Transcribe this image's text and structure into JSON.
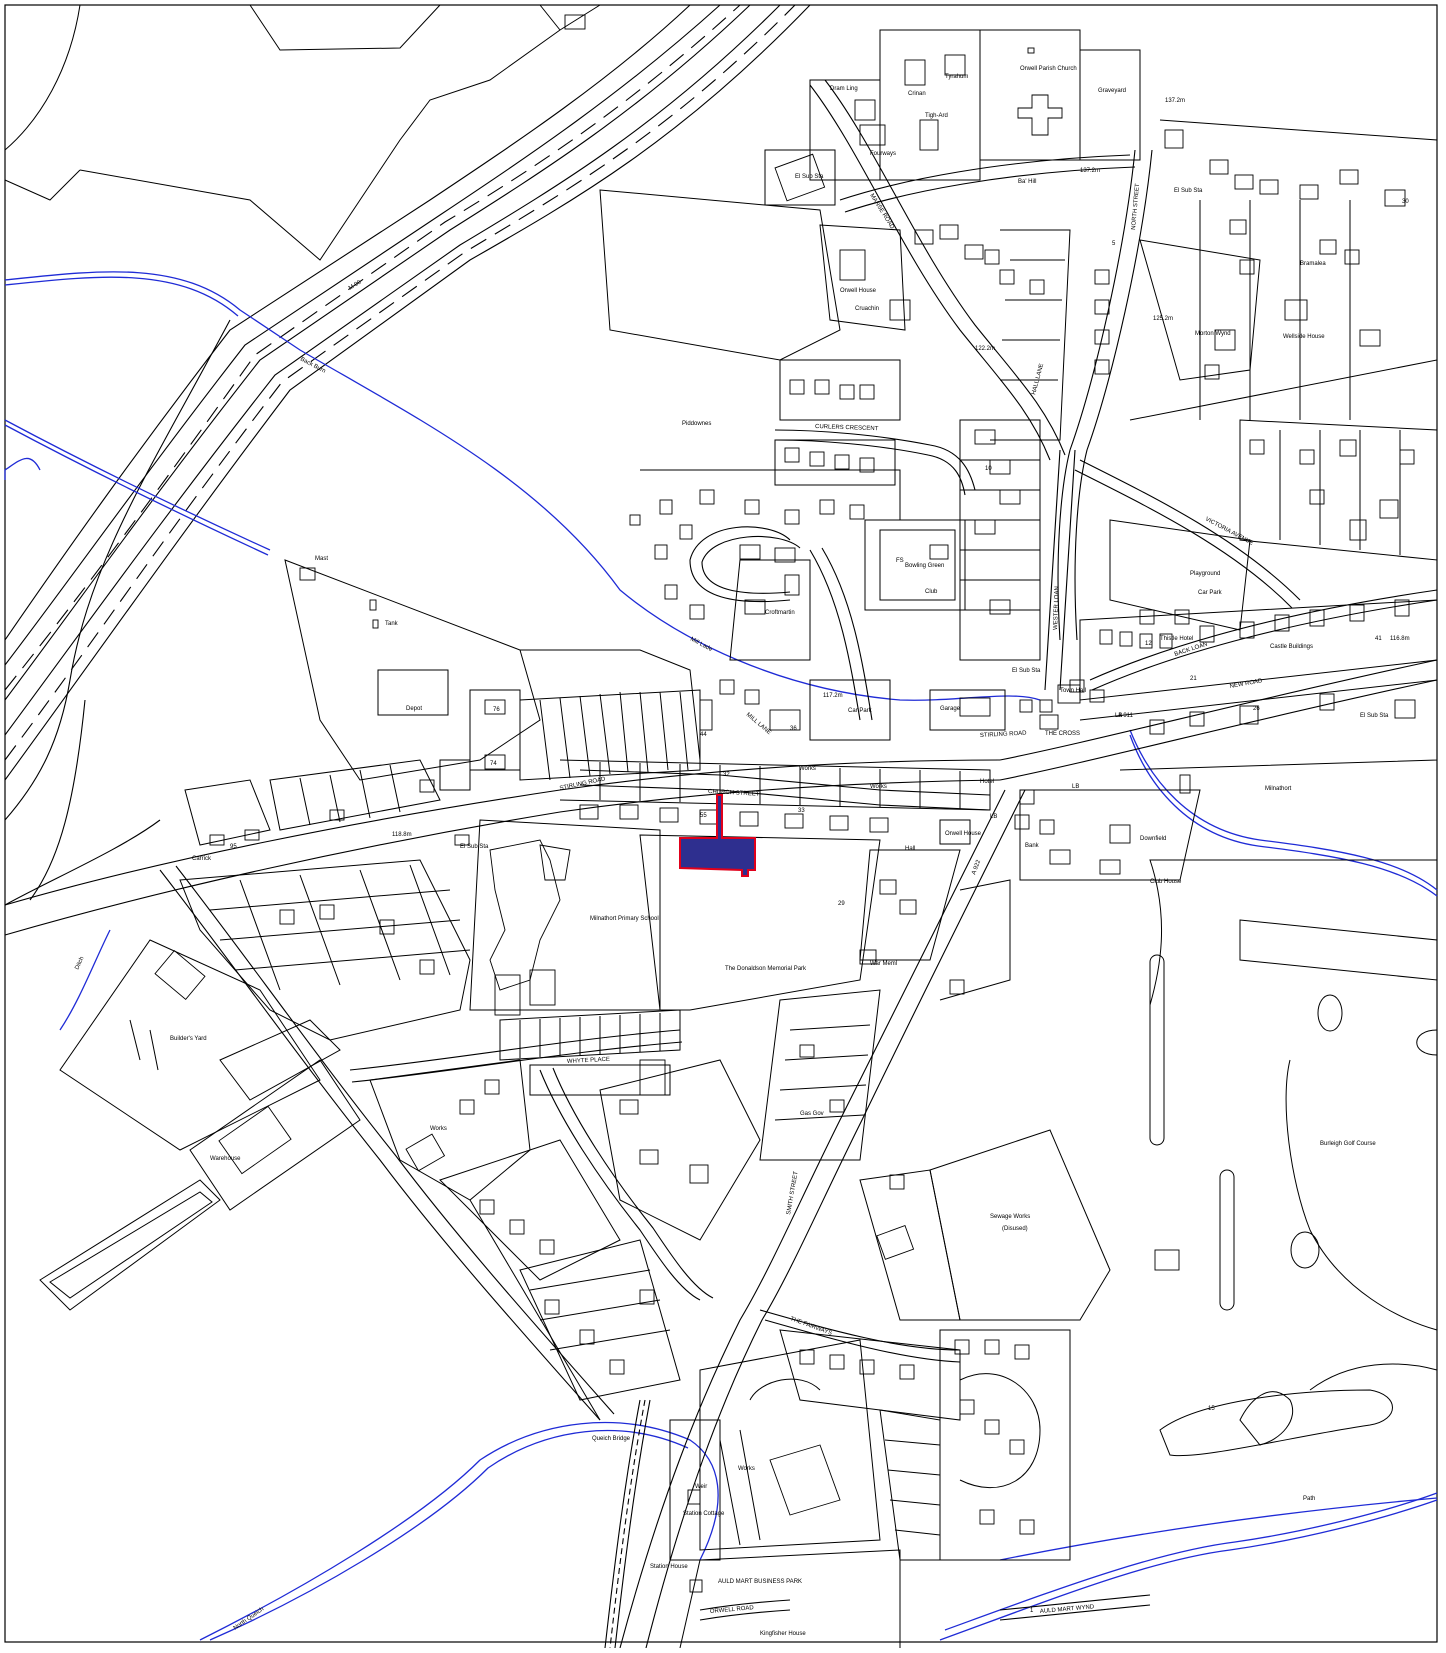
{
  "map": {
    "colors": {
      "linework": "#000000",
      "watercourse": "#1f2bd6",
      "site_fill": "#2e2f8f",
      "site_outline": "#e0001b",
      "background": "#ffffff"
    },
    "roads": {
      "motorway": "M 90",
      "stirling_road": "STIRLING ROAD",
      "stirling_road_east": "STIRLING ROAD",
      "church_street": "CHURCH STREET",
      "new_road": "NEW ROAD",
      "north_street": "NORTH STREET",
      "curlers_crescent": "CURLERS CRESCENT",
      "whyte_place": "WHYTE PLACE",
      "the_fairways": "THE FAIRWAYS",
      "orwell_road": "ORWELL ROAD",
      "auld_mart_wynd": "AULD MART WYND",
      "wester_loan": "WESTER LOAN",
      "back_loan": "BACK LOAN",
      "victoria_avenue": "VICTORIA AVENUE",
      "manse_road": "MANSE ROAD",
      "smith_street": "SMITH STREET",
      "a911": "A 911",
      "a922": "A 922",
      "hall_lane": "HALL LANE",
      "mill_lane": "MILL LANE"
    },
    "places": {
      "orwell_parish_church": "Orwell Parish Church",
      "graveyard": "Graveyard",
      "tyrahum": "Tyrahum",
      "dram_ling": "Dram Ling",
      "crinan": "Crinan",
      "tigh_ard": "Tigh-Ard",
      "fourways": "Fourways",
      "el_sub_sta_north": "El Sub Sta",
      "bal_hill": "Ba' Hill",
      "orwell_house_north": "Orwell House",
      "cruachin": "Cruachin",
      "piddownes": "Piddownes",
      "bowling_green": "Bowling Green",
      "club": "Club",
      "fs": "FS",
      "croftmartin": "Croftmartin",
      "mast": "Mast",
      "tank": "Tank",
      "depot": "Depot",
      "car_park_west": "Car Park",
      "garage": "Garage",
      "el_sub_sta_mid": "El Sub Sta",
      "town_hall": "Town Hall",
      "the_cross": "THE CROSS",
      "playground": "Playground",
      "car_park_east": "Car Park",
      "thistle_hotel": "Thistle Hotel",
      "castle_buildings": "Castle Buildings",
      "bramalea": "Bramalea",
      "morton_wynd": "Morton Wynd",
      "wellside_house": "Wellside House",
      "el_sub_sta_ne": "El Sub Sta",
      "el_sub_sta_east": "El Sub Sta",
      "works_1": "Works",
      "works_2": "Works",
      "hotel": "Hotel",
      "hall": "Hall",
      "orwell_house_south": "Orwell House",
      "bank": "Bank",
      "downfield": "Downfield",
      "club_house": "Club House",
      "milnathort": "Milnathort",
      "milnathort_primary_school": "Milnathort Primary School",
      "el_sub_sta_school": "El Sub Sta",
      "donaldson_park": "The Donaldson Memorial Park",
      "war_meml": "War Meml",
      "carrick": "Carrick",
      "builders_yard": "Builder's Yard",
      "warehouse": "Warehouse",
      "works_3": "Works",
      "gas_gov": "Gas Gov",
      "sewage_works": "Sewage Works",
      "disused": "(Disused)",
      "burleigh_golf_course": "Burleigh Golf Course",
      "queich_bridge": "Queich Bridge",
      "works_4": "Works",
      "weir": "Weir",
      "station_cottage": "Station Cottage",
      "station_house": "Station House",
      "auld_mart_business_park": "AULD MART BUSINESS PARK",
      "kingfisher_house": "Kingfisher House",
      "north_queich": "North Queich",
      "path": "Path",
      "ditch": "Ditch",
      "back_burn": "Back Burn",
      "mill_lade": "Mill Lade",
      "lb_1": "LB",
      "lb_2": "LB",
      "lb_3": "LB"
    },
    "spot_heights": {
      "h1": "137.2m",
      "h2": "137.2m",
      "h3": "125.2m",
      "h4": "122.2m",
      "h5": "117.2m",
      "h6": "116.8m",
      "h7": "118.8m"
    },
    "house_numbers": {
      "n30": "30",
      "n55": "55",
      "n44": "44",
      "n76": "76",
      "n74": "74",
      "n95": "95",
      "n33": "33",
      "n32": "32",
      "n36": "36",
      "n26": "26",
      "n12": "12",
      "n10": "10",
      "n41": "41",
      "n21": "21",
      "n5": "5",
      "n15": "15",
      "n1": "1",
      "n29": "29"
    }
  }
}
